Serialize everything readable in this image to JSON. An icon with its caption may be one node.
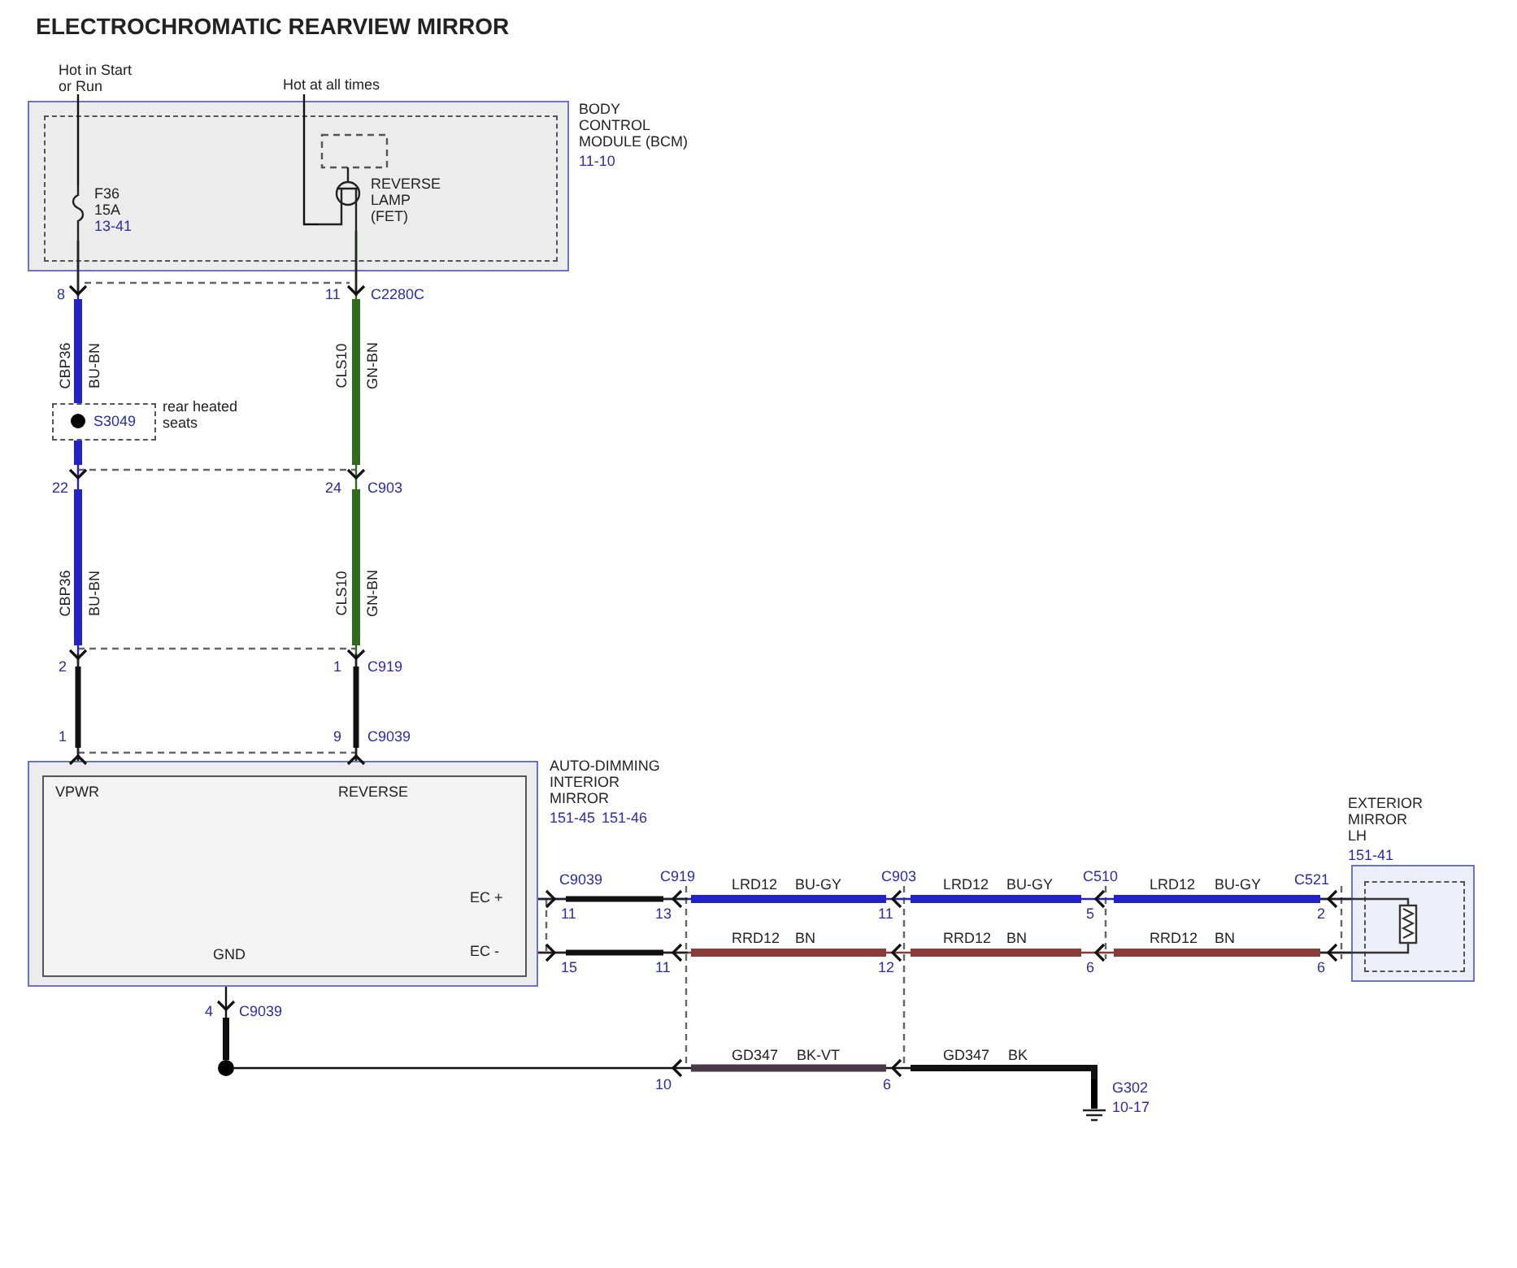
{
  "diagram": {
    "title": "ELECTROCHROMATIC REARVIEW MIRROR",
    "nodes": [
      {
        "text": [
          "BODY CONTROL MODULE (BCM)",
          "11-10"
        ]
      },
      {
        "text": [
          "F36",
          "15A",
          "13-41"
        ],
        "in": 0
      },
      {
        "text": [
          "REVERSE LAMP (FET)"
        ],
        "in": 0
      },
      {
        "text": [
          "Hot in Start or Run"
        ]
      },
      {
        "text": [
          "Hot at all times"
        ]
      },
      {
        "text": [
          "S3049"
        ],
        "beside": [
          "rear heated seats"
        ]
      },
      {
        "text": [
          "AUTO-DIMMING INTERIOR MIRROR",
          "151-45",
          "151-46"
        ]
      },
      {
        "text": [
          "EXTERIOR MIRROR LH",
          "151-41"
        ]
      },
      {
        "text": [
          "G302",
          "10-17"
        ]
      },
      {
        "text": [],
        "shape": "circle"
      }
    ],
    "edges": [
      {
        "from": 3,
        "to": 1,
        "arrow": "none"
      },
      {
        "from": 4,
        "to": 2,
        "arrow": "none"
      },
      {
        "from": 1,
        "to": 5,
        "arrow": "none",
        "color": "#2222c8"
      },
      {
        "from": 5,
        "to": 6,
        "arrow": "none",
        "color": "#2222c8"
      },
      {
        "from": 2,
        "to": 6,
        "arrow": "none",
        "color": "#2e6b1e"
      },
      {
        "from": 6,
        "to": 7,
        "arrow": "none",
        "color": "#2222c8"
      },
      {
        "from": 6,
        "to": 7,
        "arrow": "none",
        "color": "#8b3a3a"
      },
      {
        "from": 6,
        "to": 9,
        "arrow": "none"
      },
      {
        "from": 9,
        "to": 8,
        "arrow": "none"
      }
    ],
    "labels": [
      "8",
      "11",
      "C2280C",
      "CBP36",
      "BU-BN",
      "CLS10",
      "GN-BN",
      "22",
      "24",
      "C903",
      "CBP36",
      "BU-BN",
      "CLS10",
      "GN-BN",
      "2",
      "1",
      "C919",
      "1",
      "9",
      "C9039",
      "VPWR",
      "REVERSE",
      "C9039",
      "C919",
      "LRD12",
      "BU-GY",
      "C903",
      "LRD12",
      "BU-GY",
      "C510",
      "LRD12",
      "BU-GY",
      "C521",
      "EC +",
      "11",
      "13",
      "11",
      "5",
      "2",
      "RRD12",
      "BN",
      "RRD12",
      "BN",
      "RRD12",
      "BN",
      "GND",
      "EC -",
      "15",
      "11",
      "12",
      "6",
      "6",
      "4",
      "C9039",
      "GD347",
      "BK-VT",
      "GD347",
      "BK",
      "10",
      "6"
    ]
  }
}
